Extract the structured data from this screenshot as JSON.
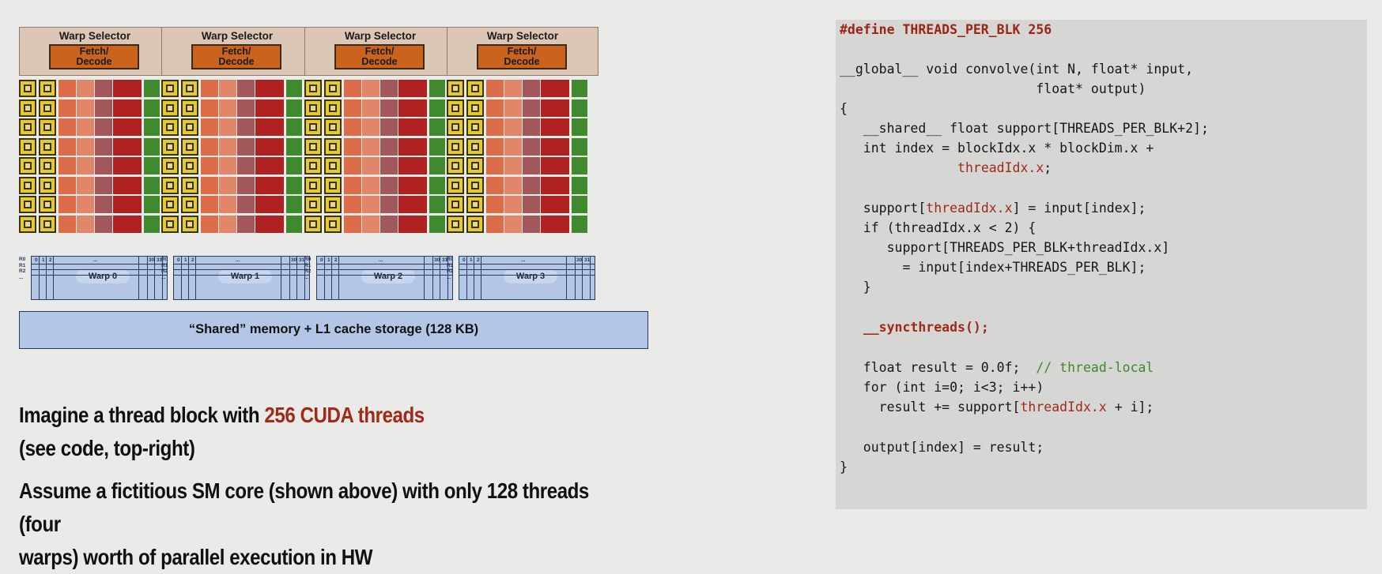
{
  "diagram": {
    "cores": [
      {
        "warp_selector": "Warp Selector",
        "fetch_decode": "Fetch/\nDecode",
        "warp": "Warp 0"
      },
      {
        "warp_selector": "Warp Selector",
        "fetch_decode": "Fetch/\nDecode",
        "warp": "Warp 1"
      },
      {
        "warp_selector": "Warp Selector",
        "fetch_decode": "Fetch/\nDecode",
        "warp": "Warp 2"
      },
      {
        "warp_selector": "Warp Selector",
        "fetch_decode": "Fetch/\nDecode",
        "warp": "Warp 3"
      }
    ],
    "register_rows": [
      "R0",
      "R1",
      "R2",
      "..."
    ],
    "register_cols": [
      "0",
      "1",
      "2",
      "...",
      "30",
      "31"
    ],
    "shared_memory": "“Shared” memory + L1 cache storage (128 KB)",
    "colors": {
      "warp_selector": "#dcc7b6",
      "fetch_decode": "#c9631d",
      "exec_yellow": "#e3c932",
      "exec_orange": "#dd6c48",
      "exec_salmon": "#e2866a",
      "exec_mauve": "#a2575a",
      "exec_red": "#b02222",
      "exec_green": "#3f8a2e",
      "register_blue": "#b3c6e6"
    }
  },
  "text": {
    "line1_prefix": "Imagine a thread block with ",
    "line1_highlight": "256 CUDA threads",
    "line2": "(see code, top-right)",
    "para2_line1": "Assume a fictitious SM core (shown above) with only 128 threads (four",
    "para2_line2": "warps) worth of parallel execution in HW"
  },
  "code": {
    "l1": "#define THREADS_PER_BLK 256",
    "l3": "__global__ void convolve(int N, float* input,",
    "l4": "                         float* output)",
    "l5": "{",
    "l6": "   __shared__ float support[THREADS_PER_BLK+2];",
    "l7": "   int index = blockIdx.x * blockDim.x +",
    "l8a": "               ",
    "l8b": "threadIdx.x",
    "l8c": ";",
    "l10a": "   support[",
    "l10b": "threadIdx.x",
    "l10c": "] = input[index];",
    "l11": "   if (threadIdx.x < 2) {",
    "l12": "      support[THREADS_PER_BLK+threadIdx.x]",
    "l13": "        = input[index+THREADS_PER_BLK];",
    "l14": "   }",
    "l16a": "   ",
    "l16b": "__syncthreads();",
    "l18a": "   float result = 0.0f;  ",
    "l18b": "// thread-local",
    "l19": "   for (int i=0; i<3; i++)",
    "l20a": "     result += support[",
    "l20b": "threadIdx.x",
    "l20c": " + i];",
    "l22": "   output[index] = result;",
    "l23": "}"
  }
}
